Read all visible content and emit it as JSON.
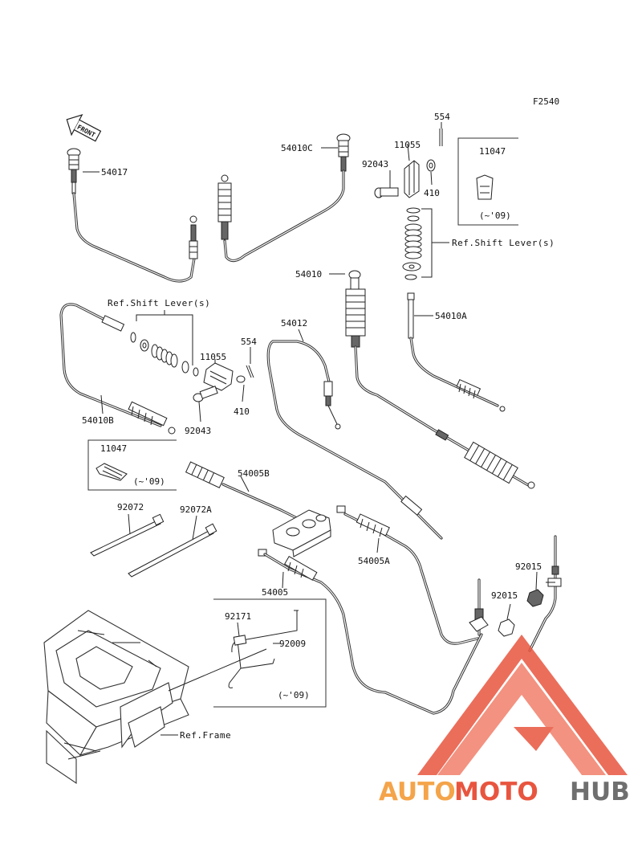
{
  "figure_code": "F2540",
  "front_label": "FRONT",
  "labels": {
    "p54017": "54017",
    "p54010C": "54010C",
    "p11055_top": "11055",
    "p554_top": "554",
    "p92043_top": "92043",
    "p410_top": "410",
    "p11047_top": "11047",
    "note_09_top": "(~'09)",
    "ref_shift_lever_top": "Ref.Shift Lever(s)",
    "p54010": "54010",
    "p54010A": "54010A",
    "p54012": "54012",
    "ref_shift_lever_left": "Ref.Shift Lever(s)",
    "p11055_left": "11055",
    "p554_left": "554",
    "p410_left": "410",
    "p92043_left": "92043",
    "p54010B": "54010B",
    "p11047_left": "11047",
    "note_09_left": "(~'09)",
    "p54005B": "54005B",
    "p92072": "92072",
    "p92072A": "92072A",
    "p54005A": "54005A",
    "p54005": "54005",
    "p92015_a": "92015",
    "p92015_b": "92015",
    "p92171": "92171",
    "p92009": "92009",
    "note_09_bottom": "(~'09)",
    "ref_frame": "Ref.Frame"
  },
  "watermark": {
    "part1": "AUTO",
    "part2": "MOTO",
    "part3": "HUB",
    "colors": {
      "auto": "#f4a44a",
      "moto": "#e8553f",
      "hub": "#6f6f6f",
      "triangle": "#e8553f"
    }
  },
  "icons": [
    "front-arrow-icon",
    "automotohub-logo-icon"
  ]
}
